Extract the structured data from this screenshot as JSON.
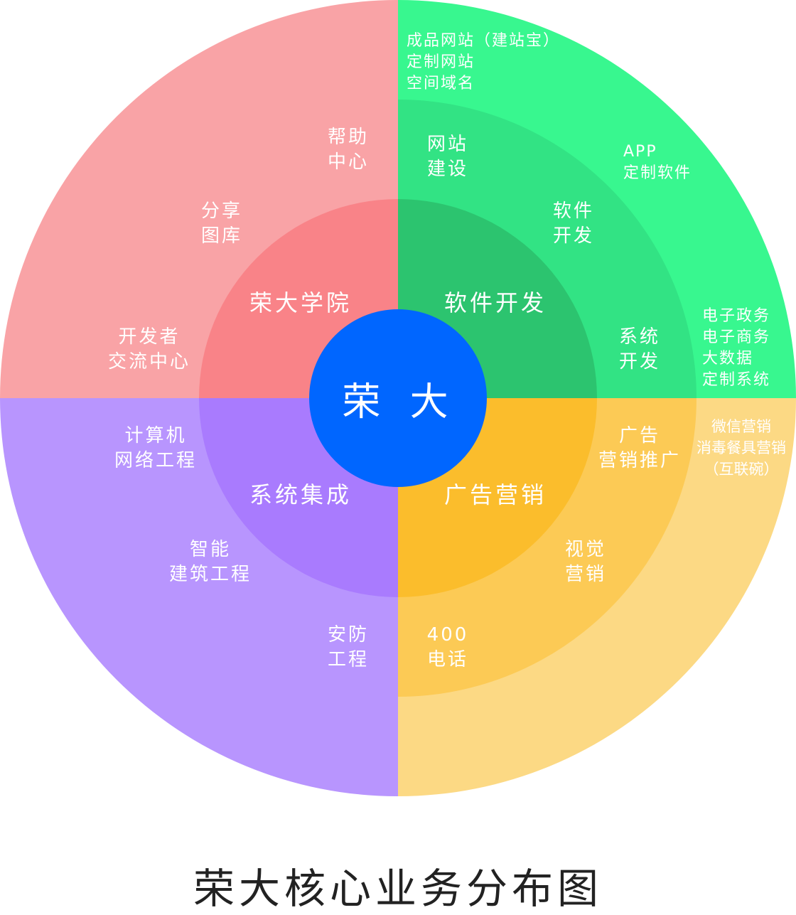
{
  "center": "荣 大",
  "title": "荣大核心业务分布图",
  "colors": {
    "pink_outer": "#F9A3A6",
    "pink_inner": "#F98388",
    "green_outer": "#38F78F",
    "green_middle": "#32E384",
    "green_inner": "#2CC46F",
    "yellow_outer": "#FCD984",
    "yellow_middle": "#FCCA55",
    "yellow_inner": "#FBBD2C",
    "purple_outer": "#B895FE",
    "purple_inner": "#A97BFE",
    "core": "#0066FF"
  },
  "quadrants": {
    "academy": {
      "name": "荣大学院",
      "items": [
        [
          "帮助",
          "中心"
        ],
        [
          "分享",
          "图库"
        ],
        [
          "开发者",
          "交流中心"
        ]
      ]
    },
    "software": {
      "name": "软件开发",
      "items": [
        [
          "网站",
          "建设"
        ],
        [
          "软件",
          "开发"
        ],
        [
          "系统",
          "开发"
        ]
      ],
      "outer": [
        [
          "成品网站（建站宝）",
          "定制网站",
          "空间域名"
        ],
        [
          "APP",
          "定制软件"
        ],
        [
          "电子政务",
          "电子商务",
          "大数据",
          "定制系统"
        ]
      ]
    },
    "integration": {
      "name": "系统集成",
      "items": [
        [
          "计算机",
          "网络工程"
        ],
        [
          "智能",
          "建筑工程"
        ],
        [
          "安防",
          "工程"
        ]
      ]
    },
    "marketing": {
      "name": "广告营销",
      "items": [
        [
          "广告",
          "营销推广"
        ],
        [
          "视觉",
          "营销"
        ],
        [
          "400",
          "电话"
        ]
      ],
      "outer": [
        [
          "微信营销",
          "消毒餐具营销",
          "（互联碗）"
        ]
      ]
    }
  }
}
